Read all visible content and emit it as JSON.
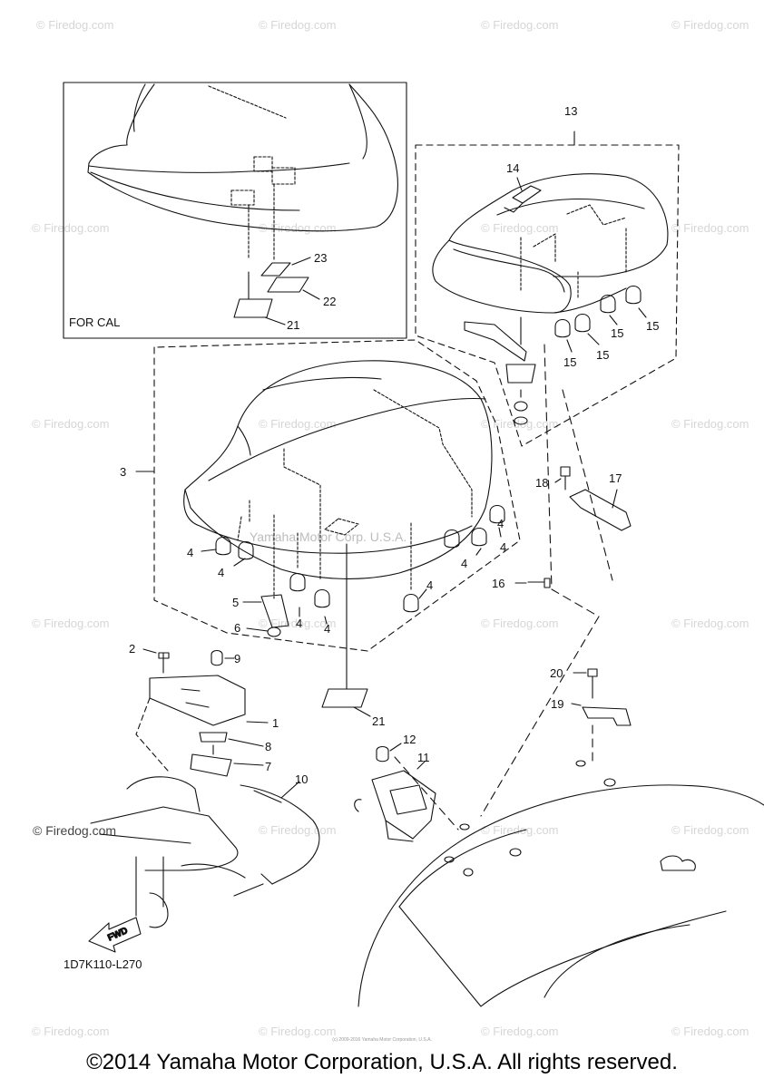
{
  "watermark": {
    "text": "© Firedog.com",
    "strong_text": "© Firedog.com",
    "center_text": "Yamaha Motor Corp. U.S.A."
  },
  "inset": {
    "label": "FOR CAL"
  },
  "callouts": {
    "c1": "1",
    "c2": "2",
    "c3": "3",
    "c4a": "4",
    "c4b": "4",
    "c4c": "4",
    "c4d": "4",
    "c4e": "4",
    "c4f": "4",
    "c4g": "4",
    "c4h": "4",
    "c5": "5",
    "c6": "6",
    "c7": "7",
    "c8": "8",
    "c9": "9",
    "c10": "10",
    "c11": "11",
    "c12": "12",
    "c13": "13",
    "c14": "14",
    "c15a": "15",
    "c15b": "15",
    "c15c": "15",
    "c15d": "15",
    "c16": "16",
    "c17": "17",
    "c18": "18",
    "c19": "19",
    "c20": "20",
    "c21a": "21",
    "c21b": "21",
    "c22": "22",
    "c23": "23"
  },
  "fwd_label": "FWD",
  "reference_code": "1D7K110-L270",
  "fine_print": "(c) 2009-2016 Yamaha Motor Corporation, U.S.A.",
  "copyright": "©2014 Yamaha Motor Corporation, U.S.A. All rights reserved.",
  "colors": {
    "line": "#111111",
    "watermark": "#d6d6d6",
    "background": "#ffffff"
  }
}
